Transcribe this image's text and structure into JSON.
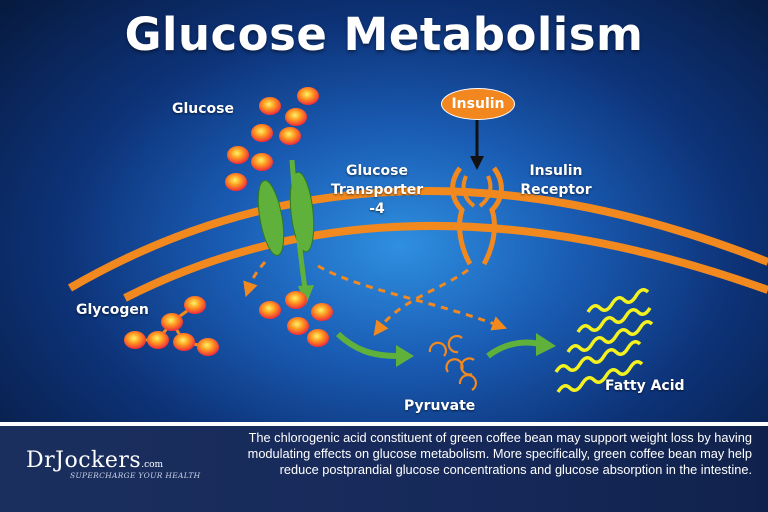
{
  "title": "Glucose Metabolism",
  "labels": {
    "glucose": "Glucose",
    "transporter": "Glucose Transporter -4",
    "insulin": "Insulin",
    "receptor": "Insulin Receptor",
    "glycogen": "Glycogen",
    "pyruvate": "Pyruvate",
    "fatty_acid": "Fatty Acid"
  },
  "footer": {
    "brand": "DrJockers",
    "brand_suffix": ".com",
    "tagline": "SUPERCHARGE YOUR HEALTH",
    "caption": "The chlorogenic acid constituent of green coffee bean may support weight loss by having modulating effects on glucose metabolism. More specifically, green coffee bean may help reduce postprandial glucose concentrations and glucose absorption in the intestine."
  },
  "colors": {
    "glucose_particle": "#ff8a1c",
    "transporter": "#5fb13b",
    "membrane": "#f2891e",
    "insulin": "#f2861f",
    "fatty_acid": "#f4f21e"
  }
}
